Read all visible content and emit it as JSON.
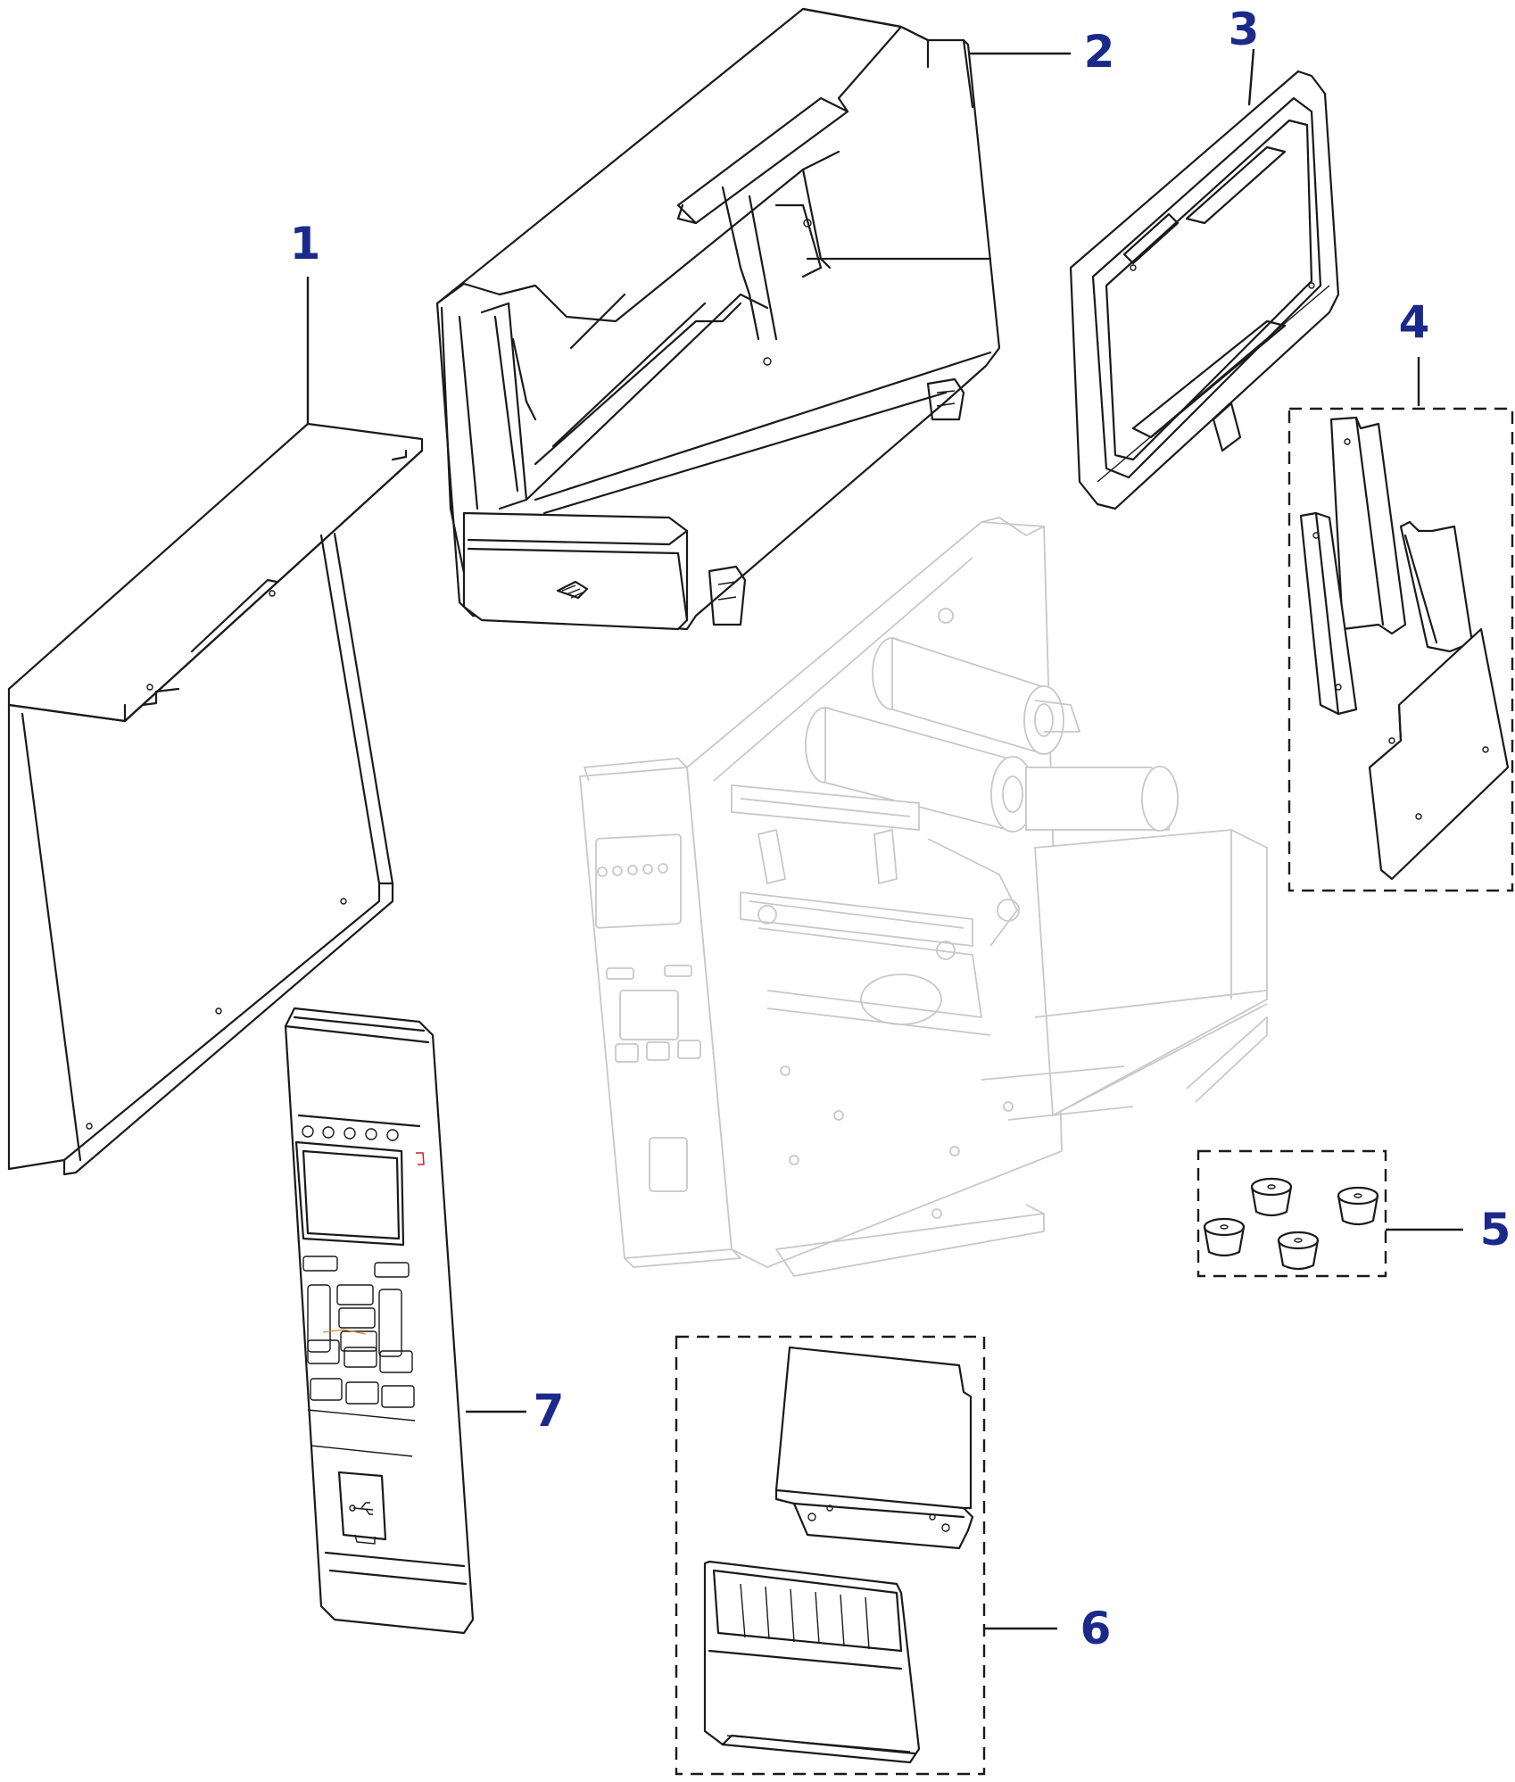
{
  "colors": {
    "callout": "#1b2a8a",
    "line": "#1a1a1a",
    "ghost": "#c8c8c8",
    "accent_red": "#cc2222",
    "accent_orange": "#d98a2b"
  },
  "callouts": [
    {
      "id": "1",
      "label": "1"
    },
    {
      "id": "2",
      "label": "2"
    },
    {
      "id": "3",
      "label": "3"
    },
    {
      "id": "4",
      "label": "4"
    },
    {
      "id": "5",
      "label": "5"
    },
    {
      "id": "6",
      "label": "6"
    },
    {
      "id": "7",
      "label": "7"
    }
  ],
  "icons": {
    "printer_logo": "zebra-head-icon",
    "usb": "usb-icon"
  }
}
